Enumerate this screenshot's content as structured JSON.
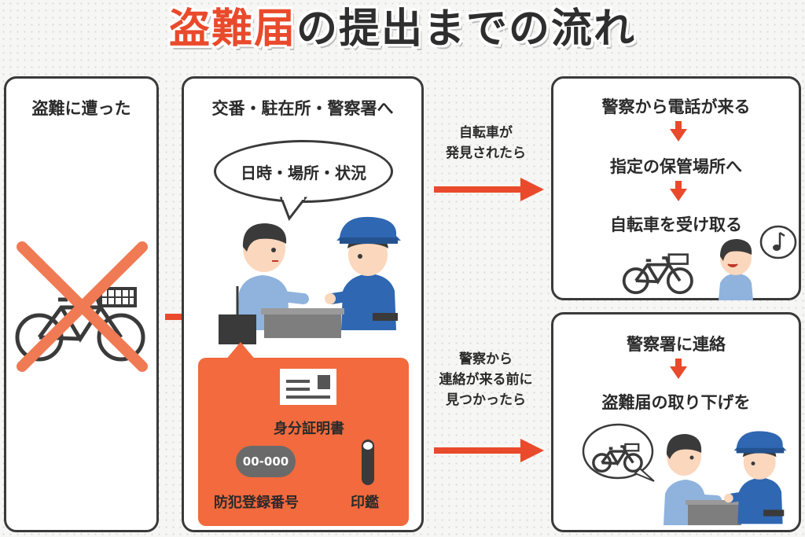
{
  "title": {
    "highlight": "盗難届",
    "rest": "の提出までの流れ"
  },
  "panels": {
    "stolen": {
      "title": "盗難に遭った"
    },
    "police": {
      "title": "交番・駐在所・警察署へ",
      "speech": "日時・場所・状況"
    },
    "found": {
      "steps": [
        "警察から電話が来る",
        "指定の保管場所へ",
        "自転車を受け取る"
      ]
    },
    "self_found": {
      "steps": [
        "警察署に連絡",
        "盗難届の取り下げを"
      ]
    }
  },
  "documents": {
    "id_card": "身分証明書",
    "plate_text": "00-000",
    "registration": "防犯登録番号",
    "seal": "印鑑"
  },
  "conditions": {
    "found_line1": "自転車が",
    "found_line2": "発見されたら",
    "self_line1": "警察から",
    "self_line2": "連絡が来る前に",
    "self_line3": "見つかったら"
  },
  "colors": {
    "accent": "#e94a2b",
    "doc_bg": "#f26a3d",
    "police_blue": "#2f67b2",
    "shirt": "#8fb3dd",
    "dark": "#3a3a3a"
  },
  "icons": [
    "bicycle-icon",
    "cross-mark-icon",
    "citizen-icon",
    "police-officer-icon",
    "counter-desk-icon",
    "bag-icon",
    "id-card-icon",
    "seal-icon",
    "registration-plate-icon",
    "music-note-icon",
    "arrow-right-icon",
    "arrow-down-icon"
  ]
}
